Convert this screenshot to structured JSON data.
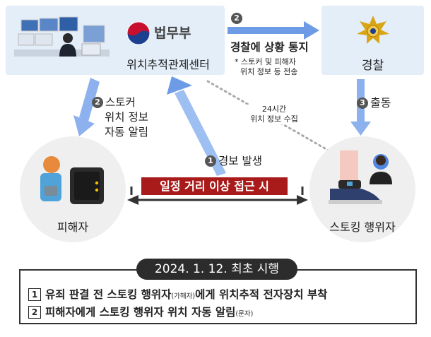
{
  "center": {
    "org": "법무부",
    "name": "위치추적관제센터"
  },
  "police": {
    "name": "경찰"
  },
  "step2": {
    "num": "2",
    "title": "경찰에 상황 통지",
    "note_line1": "* 스토커 및 피해자",
    "note_line2": "위치 정보 등 전송"
  },
  "step3": {
    "num": "3",
    "label": "출동"
  },
  "notify": {
    "num": "2",
    "line1": "스토커",
    "line2": "위치 정보",
    "line3": "자동 알림"
  },
  "collect": {
    "line1": "24시간",
    "line2": "위치 정보 수집"
  },
  "alarm": {
    "num": "1",
    "label": "경보 발생"
  },
  "distance": {
    "label": "일정 거리 이상 접근 시"
  },
  "victim": {
    "label": "피해자"
  },
  "stalker": {
    "label": "스토킹 행위자"
  },
  "footer": {
    "date": "2024. 1. 12. 최초 시행",
    "items": [
      {
        "num": "1",
        "text_a": "유죄 판결 전 스토킹 행위자",
        "small": "(가해자)",
        "text_b": "에게 위치추적 전자장치 부착"
      },
      {
        "num": "2",
        "text_a": "피해자에게 스토킹 행위자 위치 자동 알림",
        "small": "(문자)",
        "text_b": ""
      }
    ]
  },
  "colors": {
    "arrow_blue": "#6d9be6",
    "box_bg": "#e3eef9",
    "banner_red": "#a91b1b",
    "pill_dark": "#2c2c2c"
  }
}
